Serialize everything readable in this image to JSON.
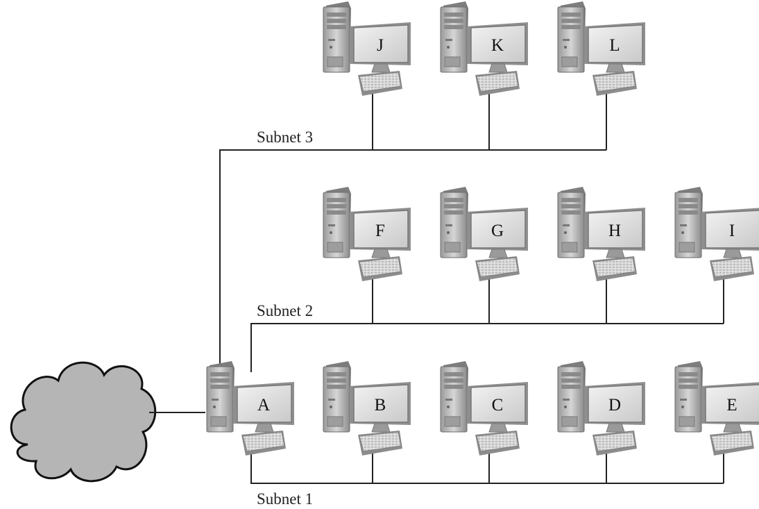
{
  "subnets": [
    {
      "label": "Subnet 1",
      "hosts": [
        "A",
        "B",
        "C",
        "D",
        "E"
      ]
    },
    {
      "label": "Subnet 2",
      "hosts": [
        "F",
        "G",
        "H",
        "I"
      ]
    },
    {
      "label": "Subnet 3",
      "hosts": [
        "J",
        "K",
        "L"
      ]
    }
  ],
  "computers": {
    "A": "A",
    "B": "B",
    "C": "C",
    "D": "D",
    "E": "E",
    "F": "F",
    "G": "G",
    "H": "H",
    "I": "I",
    "J": "J",
    "K": "K",
    "L": "L"
  },
  "router": "A",
  "internet_icon": "cloud-icon"
}
